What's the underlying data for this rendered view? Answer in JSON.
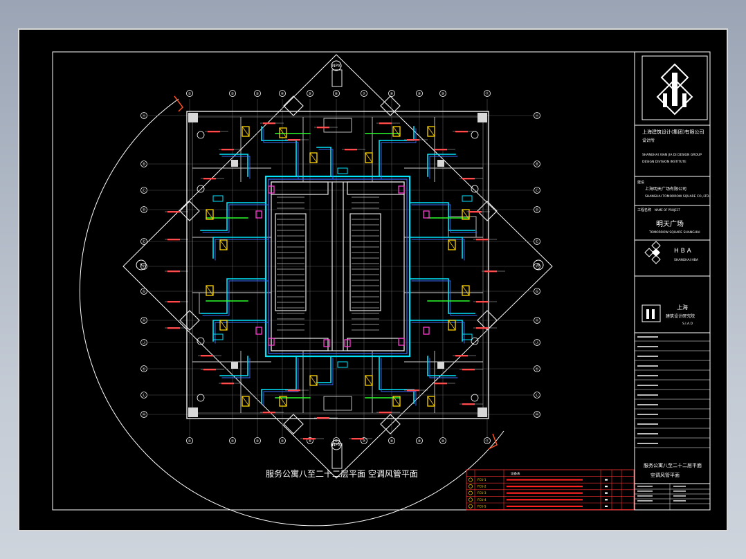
{
  "drawing": {
    "title": "服务公寓八至二十二层平面 空调风管平面",
    "axis_labels_top": [
      "①",
      "②",
      "③",
      "④",
      "⑤",
      "⑥",
      "⑦",
      "⑧",
      "⑨",
      "⑩",
      "⑪"
    ],
    "axis_labels_left": [
      "Ⓐ",
      "Ⓑ",
      "Ⓒ",
      "Ⓓ",
      "Ⓔ",
      "Ⓕ",
      "Ⓖ",
      "Ⓗ",
      "Ⓙ",
      "Ⓚ",
      "Ⓛ",
      "Ⓜ"
    ],
    "north_tag": "NPX",
    "south_tag": "NPX",
    "west_tag": "S",
    "east_tag": "S"
  },
  "title_block": {
    "company": "上海建筑设计(集团)有限公司",
    "company_sub": "设计所",
    "company_en_1": "SHANGHAI XIAN JIA DI DESIGN GROUP",
    "company_en_2": "DESIGN DIVISION INSTITUTE",
    "client_label": "建设",
    "client_name": "上海明天广场有限公司",
    "client_en": "SHANGHAI TOMORROW SQUARE CO.,LTD.",
    "project_label": "工程名称",
    "project_en_label": "NAME OF PROJECT",
    "project_name": "明天广场",
    "project_en": "TOMORROW SQUARE SHANGHAI",
    "partner_abbr": "H B A",
    "partner_en": "SHANGHAI HBA",
    "institute_city": "上海",
    "institute_name": "建筑设计研究院",
    "institute_sub": "S.I.A.D",
    "sheet_title_1": "服务公寓八至二十二层平面",
    "sheet_title_2": "空调风管平面"
  },
  "legend": {
    "title_row": "设备表",
    "rows": [
      "FCU-1",
      "FCU-2",
      "FCU-3",
      "FCU-4",
      "FCU-5"
    ]
  },
  "colors": {
    "background": "#000000",
    "grid": "#ffffff",
    "walls": "#e8e8e8",
    "duct_supply": "#00e5ff",
    "duct_return": "#3a6bff",
    "equipment": "#ffd400",
    "fan": "#ff3ad8",
    "annotation": "#ff2020",
    "diffuser": "#2aff2a"
  }
}
